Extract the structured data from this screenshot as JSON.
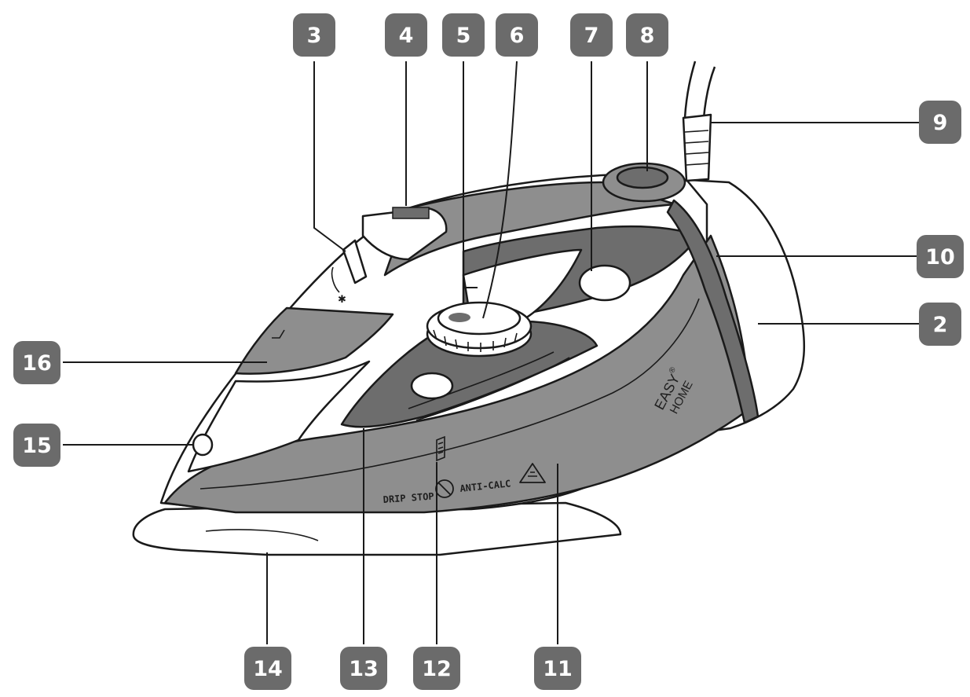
{
  "colors": {
    "body_gray": "#8e8e8e",
    "dark_gray": "#6d6d6d",
    "light_gray": "#b4b4b4",
    "badge_gray": "#6b6b6b",
    "white": "#ffffff",
    "line": "#1a1a1a"
  },
  "callouts": {
    "c2": "2",
    "c3": "3",
    "c4": "4",
    "c5": "5",
    "c6": "6",
    "c7": "7",
    "c8": "8",
    "c9": "9",
    "c10": "10",
    "c11": "11",
    "c12": "12",
    "c13": "13",
    "c14": "14",
    "c15": "15",
    "c16": "16"
  },
  "markings": {
    "drip_stop": "DRIP STOP",
    "anti_calc": "ANTI-CALC",
    "brand_line1": "EASY",
    "brand_line2": "HOME",
    "brand_mark": "®"
  },
  "icons": {
    "anti_calc_symbol": "crossed-circle-icon",
    "hot_warning_symbol": "warning-triangle-icon",
    "spray_symbol": "spray-icon",
    "max_fill_symbol": "max-fill-icon"
  }
}
